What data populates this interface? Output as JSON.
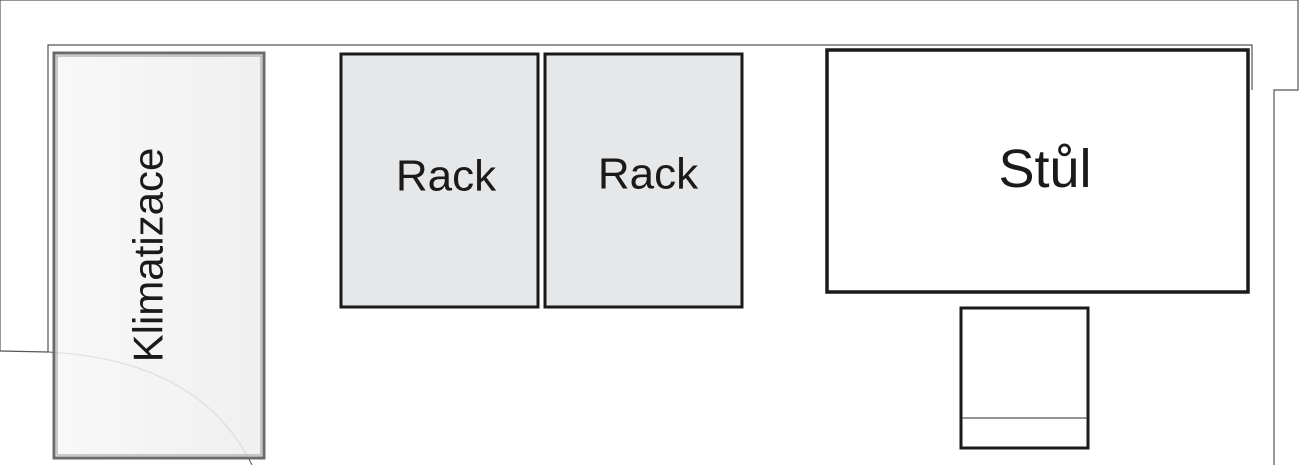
{
  "diagram": {
    "labels": {
      "ac_unit": "Klimatizace",
      "rack_left": "Rack",
      "rack_right": "Rack",
      "desk": "Stůl"
    },
    "colors": {
      "outline": "#1a1a1a",
      "thin_line": "#555555",
      "rack_fill": "#e6e7e8",
      "ac_fill": "#f4f4f4",
      "background": "#ffffff"
    }
  }
}
